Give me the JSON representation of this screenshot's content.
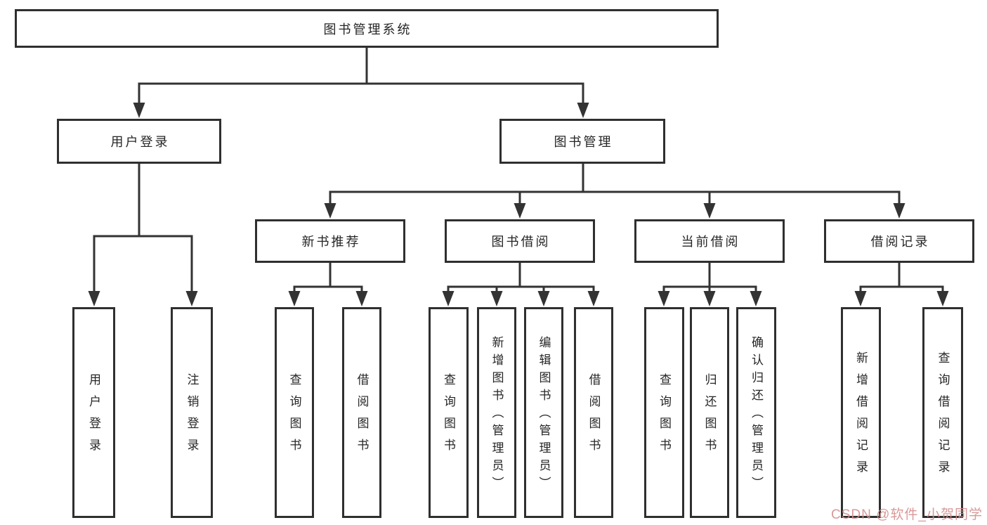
{
  "tree": {
    "root": "图书管理系统",
    "children": [
      {
        "label": "用户登录",
        "children": [
          {
            "label": "用户登录"
          },
          {
            "label": "注销登录"
          }
        ]
      },
      {
        "label": "图书管理",
        "children": [
          {
            "label": "新书推荐",
            "children": [
              {
                "label": "查询图书"
              },
              {
                "label": "借阅图书"
              }
            ]
          },
          {
            "label": "图书借阅",
            "children": [
              {
                "label": "查询图书"
              },
              {
                "label": "新增图书（管理员）"
              },
              {
                "label": "编辑图书（管理员）"
              },
              {
                "label": "借阅图书"
              }
            ]
          },
          {
            "label": "当前借阅",
            "children": [
              {
                "label": "查询图书"
              },
              {
                "label": "归还图书"
              },
              {
                "label": "确认归还（管理员）"
              }
            ]
          },
          {
            "label": "借阅记录",
            "children": [
              {
                "label": "新增借阅记录"
              },
              {
                "label": "查询借阅记录"
              }
            ]
          }
        ]
      }
    ]
  },
  "watermark": {
    "text": "CSDN @软件_小贺同学"
  },
  "colors": {
    "line": "#333333",
    "box_border": "#2f2f2f",
    "box_fill": "#ffffff",
    "text": "#262626",
    "watermark": "#d48f8f"
  }
}
